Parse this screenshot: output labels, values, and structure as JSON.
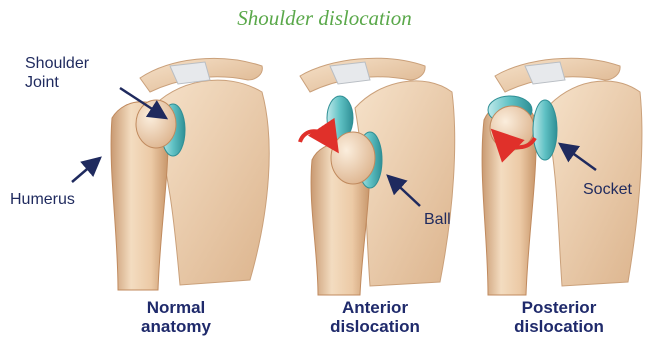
{
  "title": "Shoulder dislocation",
  "labels": {
    "shoulder_joint_line1": "Shoulder",
    "shoulder_joint_line2": "Joint",
    "humerus": "Humerus",
    "ball": "Ball",
    "socket": "Socket"
  },
  "captions": [
    {
      "line1": "Normal",
      "line2": "anatomy"
    },
    {
      "line1": "Anterior",
      "line2": "dislocation"
    },
    {
      "line1": "Posterior",
      "line2": "dislocation"
    }
  ],
  "colors": {
    "title": "#5aa84a",
    "label_text": "#1f2a5e",
    "caption_text": "#1f2a6b",
    "arrow_red": "#e0302a",
    "cartilage": "#5fc1c4",
    "bone_light": "#f4ddc2",
    "bone_shadow": "#d8b089"
  }
}
